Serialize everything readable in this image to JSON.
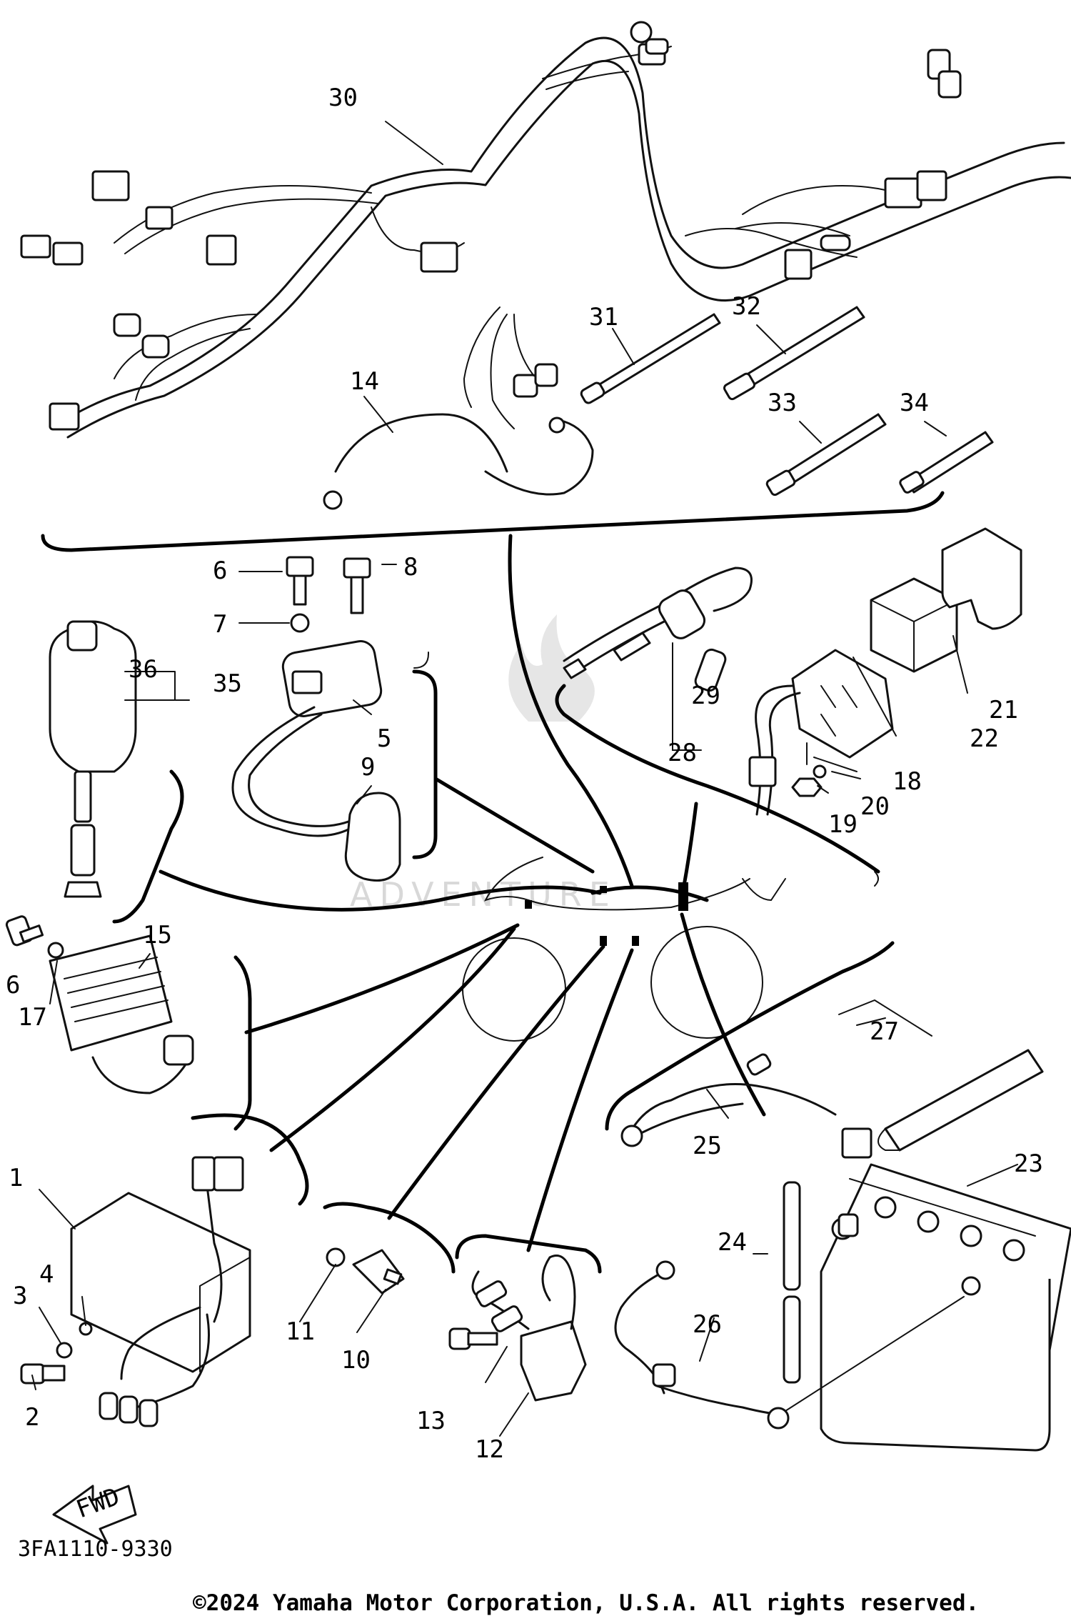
{
  "callouts": [
    "1",
    "2",
    "3",
    "4",
    "5",
    "6",
    "7",
    "8",
    "9",
    "10",
    "11",
    "12",
    "13",
    "14",
    "15",
    "6",
    "17",
    "18",
    "19",
    "20",
    "21",
    "22",
    "23",
    "24",
    "25",
    "26",
    "27",
    "28",
    "29",
    "30",
    "31",
    "32",
    "33",
    "34",
    "35",
    "36"
  ],
  "fwd_label": "FWD",
  "diagram_code": "3FA1110-9330",
  "copyright": "©2024 Yamaha Motor Corporation, U.S.A. All rights reserved.",
  "watermark": "ADVENTURE",
  "icons": {
    "fwd_arrow": "fwd-arrow-icon",
    "watermark_logo": "flame-logo-icon"
  }
}
